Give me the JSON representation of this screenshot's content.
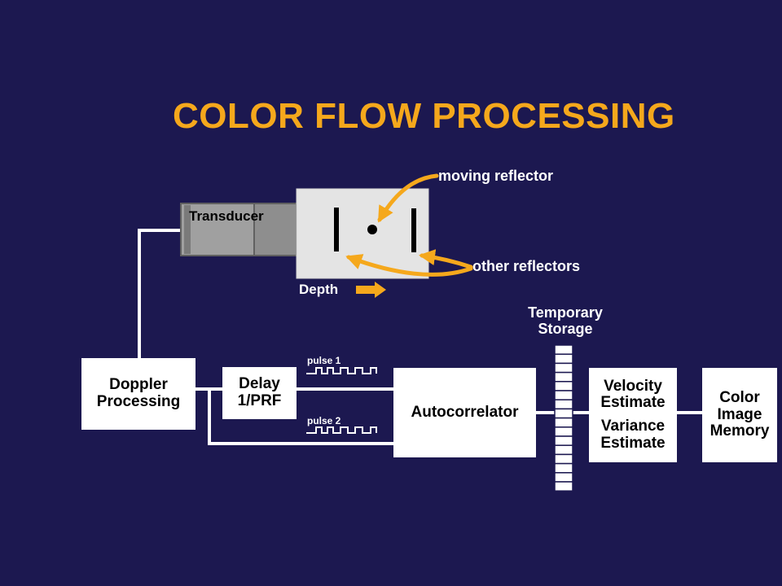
{
  "title": "COLOR FLOW PROCESSING",
  "colors": {
    "background": "#1c1850",
    "title": "#f5a81c",
    "arrow": "#f5a81c",
    "line": "#ffffff",
    "transducer": "#9a9a9a",
    "beam_area": "#e2e2e2"
  },
  "labels": {
    "transducer": "Transducer",
    "moving_reflector": "moving reflector",
    "other_reflectors": "other reflectors",
    "depth": "Depth",
    "temporary_storage_line1": "Temporary",
    "temporary_storage_line2": "Storage",
    "pulse1": "pulse 1",
    "pulse2": "pulse 2"
  },
  "blocks": {
    "doppler": [
      "Doppler",
      "Processing"
    ],
    "delay": [
      "Delay",
      "1/PRF"
    ],
    "autocorrelator": "Autocorrelator",
    "velocity": [
      "Velocity",
      "Estimate"
    ],
    "variance": [
      "Variance",
      "Estimate"
    ],
    "color_memory": [
      "Color",
      "Image",
      "Memory"
    ]
  }
}
